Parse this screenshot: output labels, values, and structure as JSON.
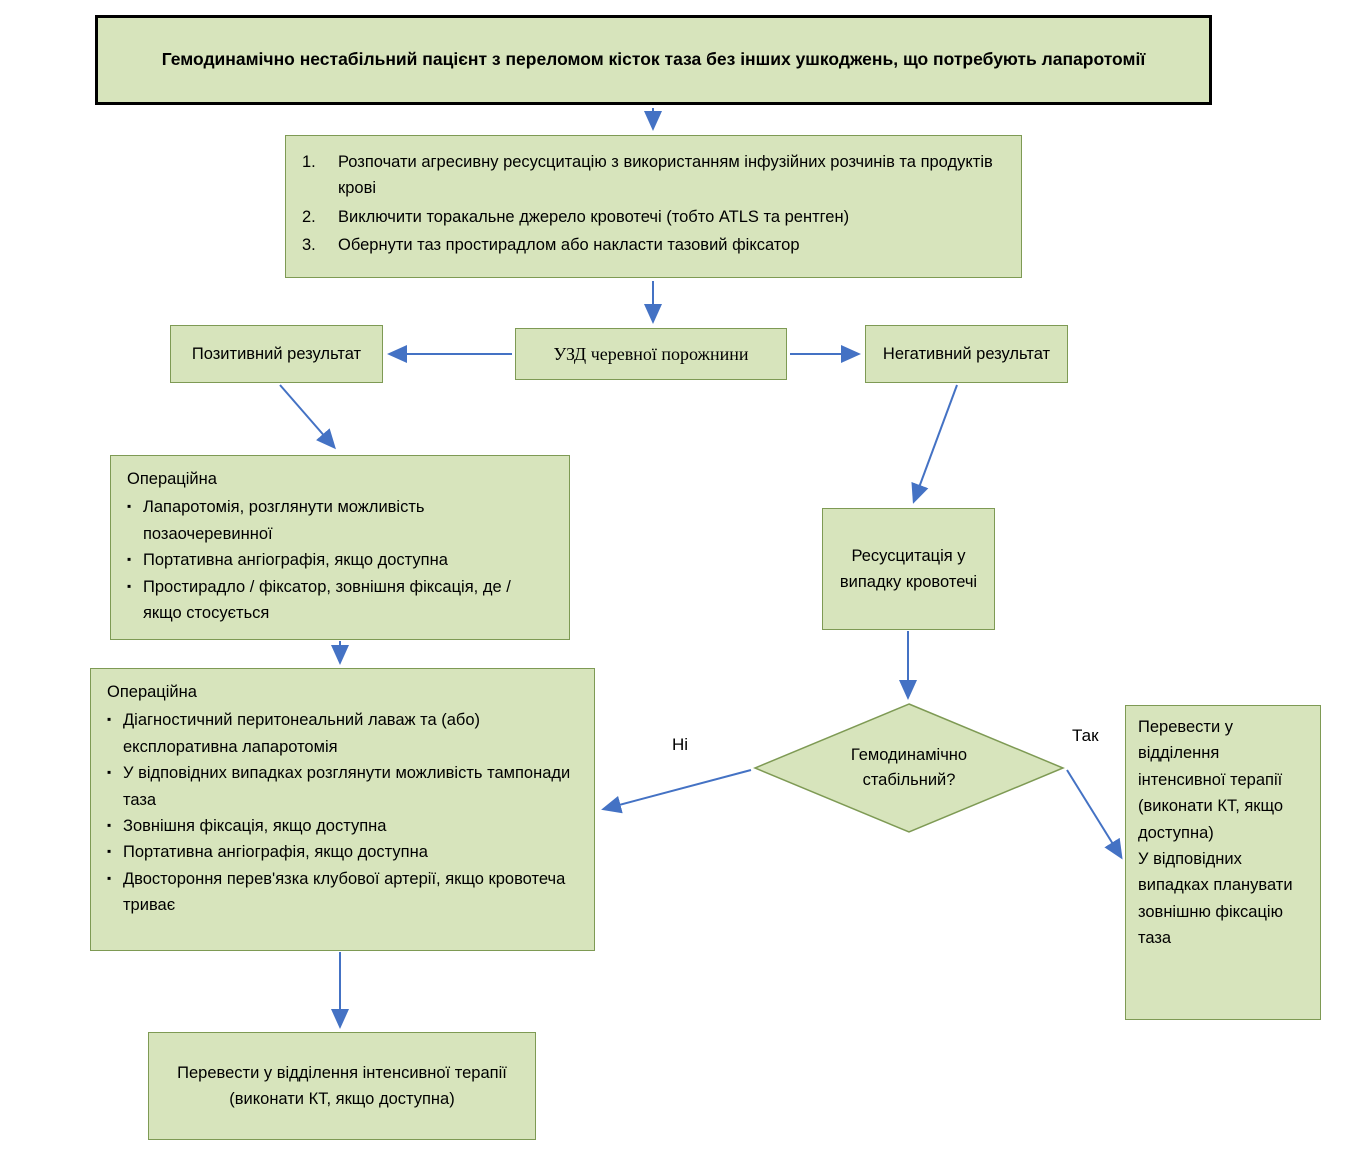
{
  "title": "Гемодинамічно нестабільний пацієнт з переломом кісток таза без інших ушкоджень, що потребують лапаротомії",
  "glyphs": {
    "bullet": "▪"
  },
  "steps": {
    "items": [
      {
        "n": "1.",
        "text": "Розпочати агресивну ресусцитацію з використанням інфузійних розчинів та продуктів крові"
      },
      {
        "n": "2.",
        "text": "Виключити торакальне джерело кровотечі (тобто ATLS та рентген)"
      },
      {
        "n": "3.",
        "text": "Обернути таз простирадлом або накласти тазовий фіксатор"
      }
    ]
  },
  "fast": {
    "label": "УЗД черевної порожнини"
  },
  "positive": {
    "label": "Позитивний результат"
  },
  "negative": {
    "label": "Негативний результат"
  },
  "or1": {
    "title": "Операційна",
    "items": [
      "Лапаротомія, розглянути можливість позаочеревинної",
      "Портативна ангіографія, якщо доступна",
      "Простирадло / фіксатор, зовнішня фіксація, де / якщо стосується"
    ]
  },
  "resus": {
    "label": "Ресусцитація у випадку кровотечі"
  },
  "or2": {
    "title": "Операційна",
    "items": [
      "Діагностичний перитонеальний лаваж та (або) експлоративна лапаротомія",
      "У відповідних випадках розглянути можливість тампонади таза",
      "Зовнішня фіксація, якщо доступна",
      "Портативна ангіографія, якщо доступна",
      "Двостороння перев'язка клубової артерії, якщо кровотеча триває"
    ]
  },
  "decision": {
    "label": "Гемодинамічно стабільний?",
    "no": "Ні",
    "yes": "Так"
  },
  "icu_right": {
    "lines": [
      "Перевести у відділення інтенсивної терапії (виконати КТ, якщо доступна)",
      "У відповідних випадках планувати зовнішню фіксацію таза"
    ]
  },
  "icu_bottom": {
    "label": "Перевести у відділення інтенсивної терапії (виконати КТ, якщо доступна)"
  },
  "colors": {
    "box_fill": "#d7e4bc",
    "box_border": "#7e9a54",
    "title_border": "#000000",
    "arrow": "#4472c4"
  }
}
